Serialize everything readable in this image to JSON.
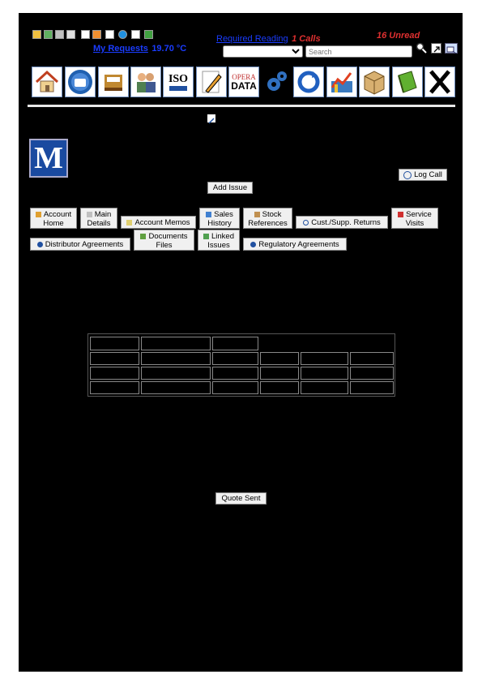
{
  "header": {
    "my_requests": "My Requests",
    "temperature": "19.70 °C",
    "required_reading": "Required Reading",
    "calls": "1 Calls",
    "unread": "16 Unread",
    "search_placeholder": "Search"
  },
  "toolbar": {
    "iso_label": "ISO",
    "opera_label": "OPERA",
    "data_label": "DATA"
  },
  "actions": {
    "add_issue": "Add Issue",
    "log_call": "Log Call",
    "quote_sent": "Quote Sent"
  },
  "tabs": {
    "account_home": [
      "Account",
      "Home"
    ],
    "main_details": [
      "Main",
      "Details"
    ],
    "account_memos": "Account Memos",
    "sales_history": [
      "Sales",
      "History"
    ],
    "stock_references": [
      "Stock",
      "References"
    ],
    "cust_supp_returns": "Cust./Supp. Returns",
    "service_visits": [
      "Service",
      "Visits"
    ],
    "distributor_agreements": "Distributor Agreements",
    "documents_files": [
      "Documents",
      "Files"
    ],
    "linked_issues": [
      "Linked",
      "Issues"
    ],
    "regulatory_agreements": "Regulatory Agreements"
  },
  "logo": {
    "letter": "M"
  },
  "colors": {
    "background": "#000000",
    "link": "#1a3cff",
    "alert": "#e03030"
  }
}
